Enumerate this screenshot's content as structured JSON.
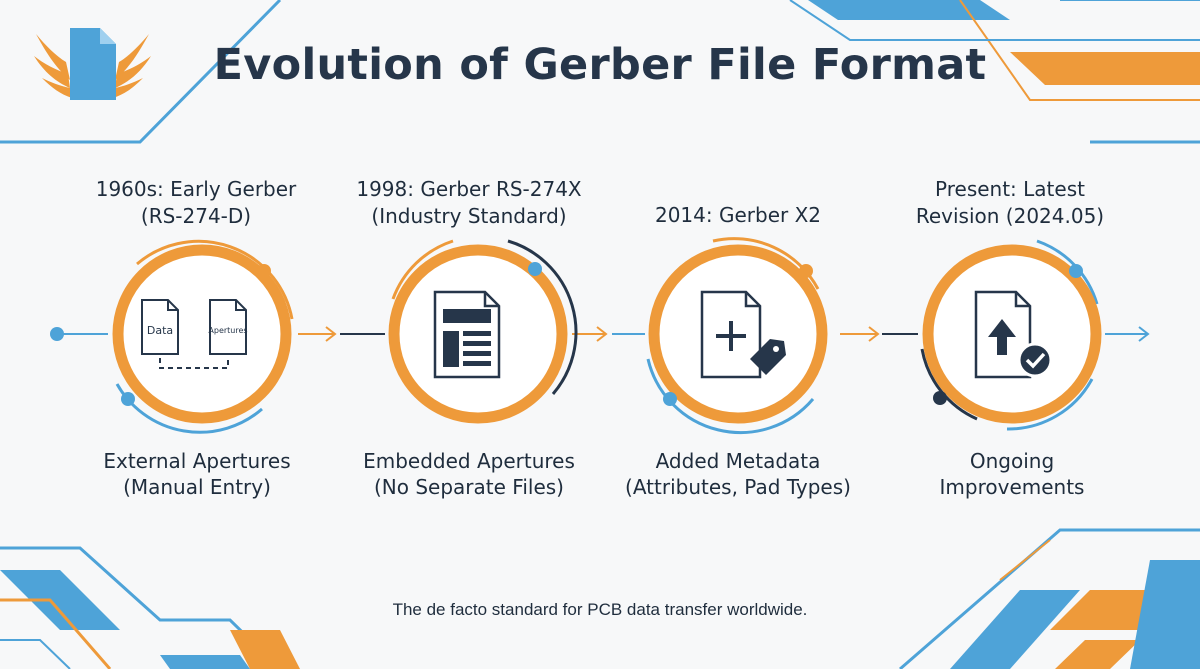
{
  "title": "Evolution of Gerber File Format",
  "colors": {
    "orange": "#ee9a3a",
    "blue": "#4ea3d8",
    "navy": "#26364a",
    "background": "#f7f8f9"
  },
  "logo": {
    "icon": "winged-document-icon"
  },
  "stages": [
    {
      "heading_line1": "1960s: Early Gerber",
      "heading_line2": "(RS-274-D)",
      "icon": "data-apertures-files-icon",
      "icon_text_1": "Data",
      "icon_text_2": "Apertures",
      "caption_line1": "External Apertures",
      "caption_line2": "(Manual Entry)"
    },
    {
      "heading_line1": "1998: Gerber RS-274X",
      "heading_line2": "(Industry Standard)",
      "icon": "document-layout-icon",
      "caption_line1": "Embedded Apertures",
      "caption_line2": "(No Separate Files)"
    },
    {
      "heading_line1": "2014: Gerber X2",
      "heading_line2": "",
      "icon": "document-plus-tag-icon",
      "caption_line1": "Added Metadata",
      "caption_line2": "(Attributes, Pad Types)"
    },
    {
      "heading_line1": "Present: Latest",
      "heading_line2": "Revision (2024.05)",
      "icon": "document-upload-check-icon",
      "caption_line1": "Ongoing",
      "caption_line2": "Improvements"
    }
  ],
  "footer": "The de facto standard for PCB data transfer worldwide."
}
